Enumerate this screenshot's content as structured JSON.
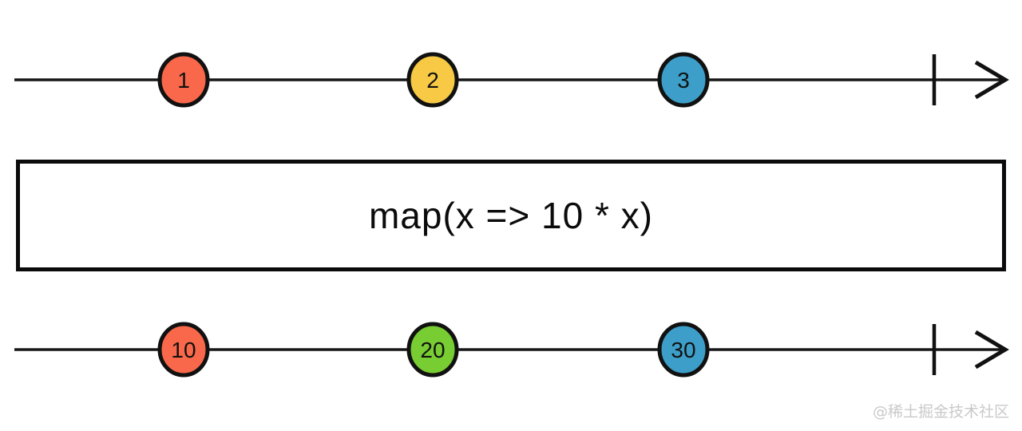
{
  "diagram": {
    "source_stream": {
      "events": [
        {
          "value": "1",
          "color": "#f9684a"
        },
        {
          "value": "2",
          "color": "#f7c944"
        },
        {
          "value": "3",
          "color": "#3d9fc9"
        }
      ]
    },
    "operator": {
      "label": "map(x => 10 * x)"
    },
    "output_stream": {
      "events": [
        {
          "value": "10",
          "color": "#f9684a"
        },
        {
          "value": "20",
          "color": "#78cd32"
        },
        {
          "value": "30",
          "color": "#3d9fc9"
        }
      ]
    },
    "watermark": "@稀土掘金技术社区",
    "colors": {
      "timeline": "#161616",
      "marble_border": "#111111",
      "operator_box_border": "#0b0b0b",
      "background": "#ffffff",
      "watermark_text": "#c9c9c9"
    }
  }
}
